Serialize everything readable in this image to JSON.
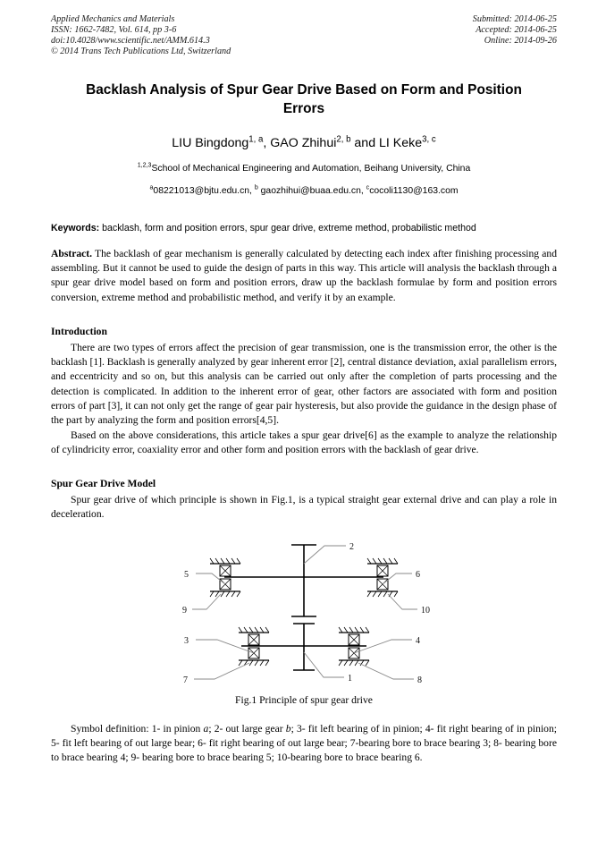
{
  "journal": {
    "left_lines": "Applied Mechanics and Materials\nISSN: 1662-7482, Vol. 614, pp 3-6\ndoi:10.4028/www.scientific.net/AMM.614.3\n© 2014 Trans Tech Publications Ltd, Switzerland",
    "right_lines": "Submitted: 2014-06-25\nAccepted: 2014-06-25\nOnline: 2014-09-26"
  },
  "title": "Backlash Analysis of Spur Gear Drive Based on Form and Position Errors",
  "authors": {
    "a1_name": "LIU Bingdong",
    "a1_sup": "1, a",
    "sep1": ", ",
    "a2_name": "GAO Zhihui",
    "a2_sup": "2, b",
    "sep2": " and ",
    "a3_name": "LI Keke",
    "a3_sup": "3, c",
    "affiliation_sup": "1,2,3",
    "affiliation": "School of Mechanical Engineering and Automation, Beihang University, China",
    "email1_sup": "a",
    "email1": "08221013@bjtu.edu.cn,",
    "email2_sup": "b",
    "email2": " gaozhihui@buaa.edu.cn,",
    "email3_sup": "c",
    "email3": "cocoli1130@163.com"
  },
  "keywords": {
    "label": "Keywords:",
    "text": " backlash, form and position errors, spur gear drive, extreme method, probabilistic method"
  },
  "abstract": {
    "label": "Abstract.",
    "text": " The backlash of gear mechanism is generally calculated by detecting each index after finishing processing and assembling. But it cannot be used to guide the design of parts in this way. This article will analysis the backlash through a spur gear drive model based on form and position errors, draw up the backlash formulae by  form and position errors conversion, extreme method and probabilistic method, and verify it by an example."
  },
  "sections": [
    {
      "heading": "Introduction",
      "paragraphs": [
        "There are two types of errors affect the precision of gear transmission, one is the transmission error, the other is the backlash [1]. Backlash is generally analyzed by gear inherent error [2], central distance deviation, axial parallelism errors, and eccentricity and so on, but this analysis can be carried out only after the completion of parts processing and the detection is complicated. In addition to the inherent error of gear, other factors are associated with form and position errors of part [3], it can not only get the range of gear pair hysteresis, but also provide the guidance in the design phase of the part by analyzing the form and position errors[4,5].",
        "Based on the above considerations, this article takes a spur gear drive[6] as the example to analyze the relationship of cylindricity error, coaxiality error and other form and position errors with the backlash of gear drive."
      ]
    },
    {
      "heading": "Spur Gear Drive Model",
      "paragraphs": [
        "Spur gear drive of which principle is shown in Fig.1, is a typical straight gear external drive and can play a role in deceleration."
      ]
    }
  ],
  "figure": {
    "caption": "Fig.1 Principle of spur gear drive",
    "labels": {
      "n1": "1",
      "n2": "2",
      "n3": "3",
      "n4": "4",
      "n5": "5",
      "n6": "6",
      "n7": "7",
      "n8": "8",
      "n9": "9",
      "n10": "10"
    }
  },
  "symbol_definition": {
    "lead": "Symbol definition: 1- in pinion ",
    "italic_a": "a",
    "mid1": "; 2- out large gear ",
    "italic_b": "b",
    "rest": "; 3- fit left bearing of in pinion; 4- fit right bearing of in pinion; 5- fit left bearing of out large bear; 6- fit right bearing of out large bear; 7-bearing bore to brace bearing 3; 8- bearing bore to brace bearing 4; 9- bearing bore to brace bearing 5; 10-bearing bore to brace bearing 6."
  }
}
